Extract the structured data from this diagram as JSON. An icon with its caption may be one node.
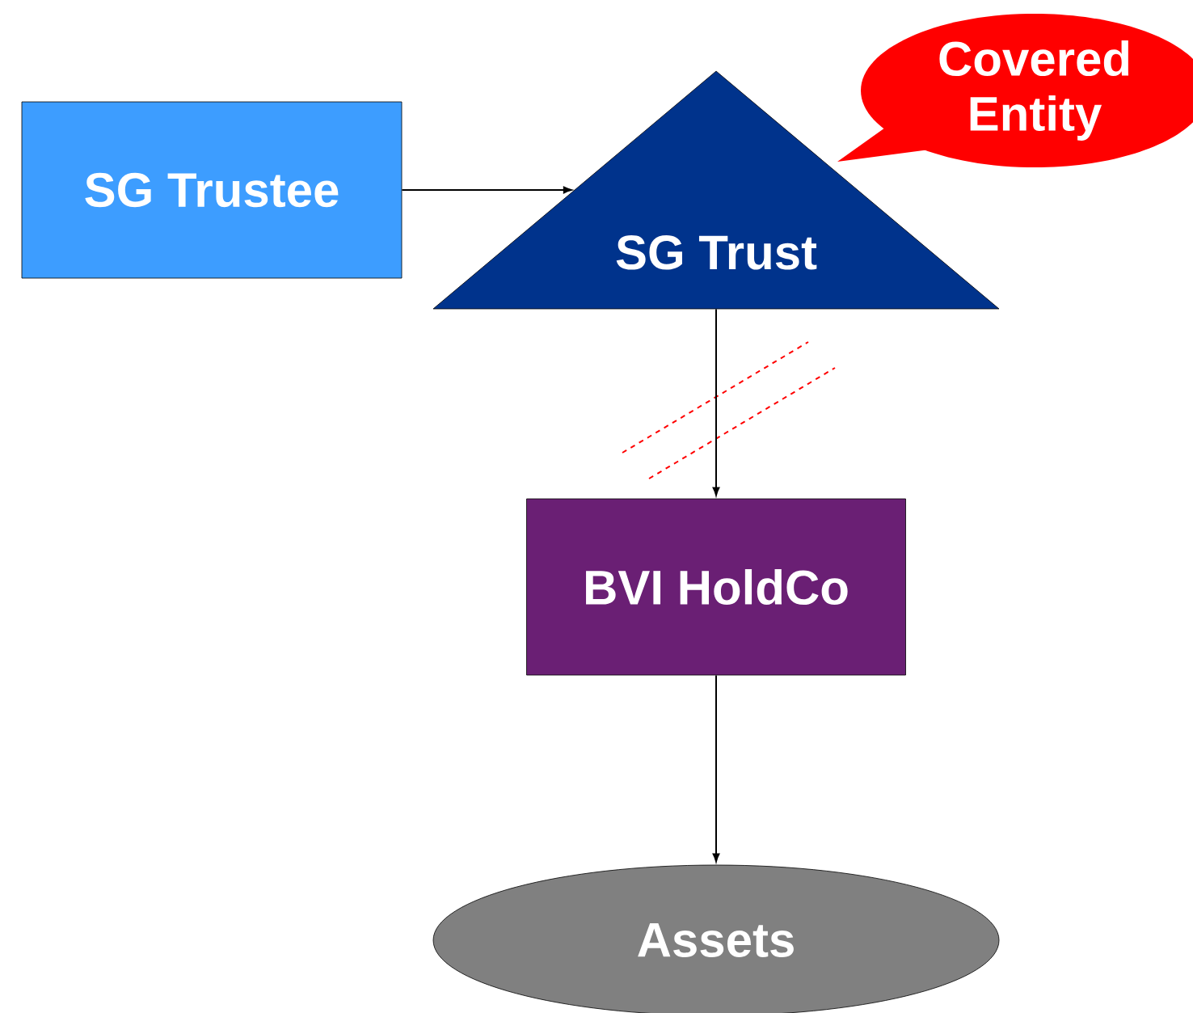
{
  "diagram": {
    "nodes": [
      {
        "text": [
          "SG Trustee"
        ]
      },
      {
        "text": [
          "SG Trust"
        ]
      },
      {
        "text": [
          "Covered Entity"
        ]
      },
      {
        "text": [
          "BVI HoldCo"
        ]
      },
      {
        "text": [
          "Assets"
        ]
      }
    ],
    "edges": [
      {
        "from": 0,
        "to": 1,
        "arrow": "to"
      },
      {
        "from": 1,
        "to": 3,
        "arrow": "to"
      },
      {
        "from": 3,
        "to": 4,
        "arrow": "to"
      }
    ]
  }
}
